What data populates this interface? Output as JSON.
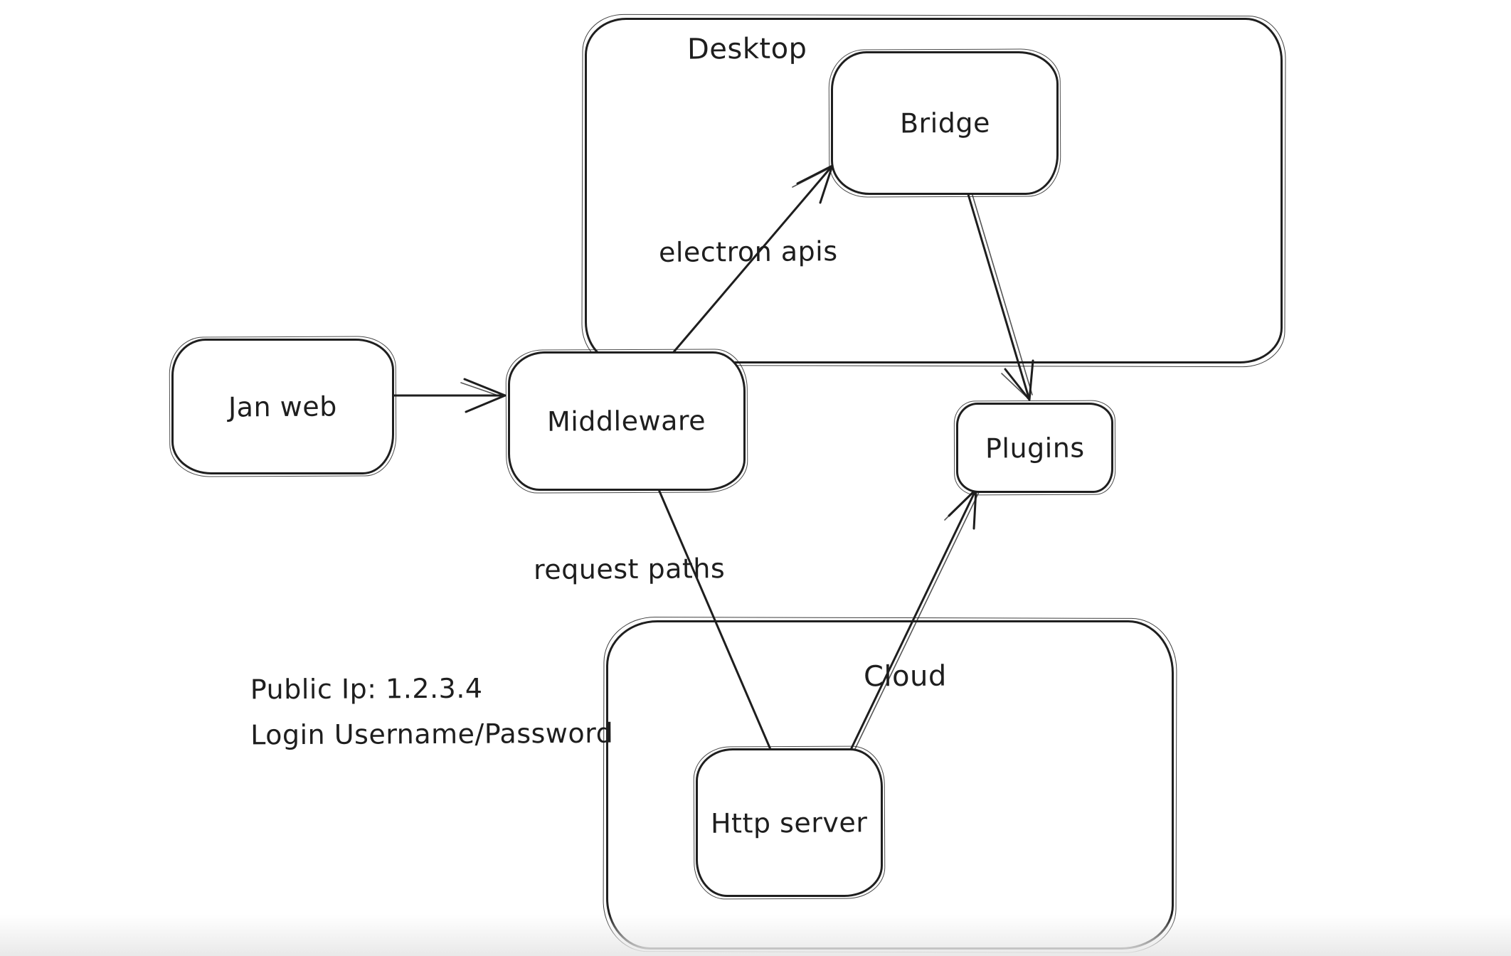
{
  "canvas": {
    "background": "#ffffff",
    "stroke_color": "#1e1e1e",
    "bottom_fade_color": "#e9e9e9"
  },
  "containers": {
    "desktop": {
      "label": "Desktop"
    },
    "cloud": {
      "label": "Cloud"
    }
  },
  "nodes": {
    "jan_web": {
      "label": "Jan web"
    },
    "middleware": {
      "label": "Middleware"
    },
    "bridge": {
      "label": "Bridge"
    },
    "plugins": {
      "label": "Plugins"
    },
    "http_server": {
      "label": "Http server"
    }
  },
  "edges": {
    "jan_web_to_middleware": {
      "from": "Jan web",
      "to": "Middleware",
      "label": ""
    },
    "middleware_to_bridge": {
      "from": "Middleware",
      "to": "Bridge",
      "label": "electron apis"
    },
    "bridge_to_plugins": {
      "from": "Bridge",
      "to": "Plugins",
      "label": ""
    },
    "middleware_to_http_server": {
      "from": "Middleware",
      "to": "Http server",
      "label": "request paths"
    },
    "http_server_to_plugins": {
      "from": "Http server",
      "to": "Plugins",
      "label": ""
    }
  },
  "notes": {
    "public_ip": "Public Ip: 1.2.3.4",
    "login": "Login Username/Password"
  }
}
